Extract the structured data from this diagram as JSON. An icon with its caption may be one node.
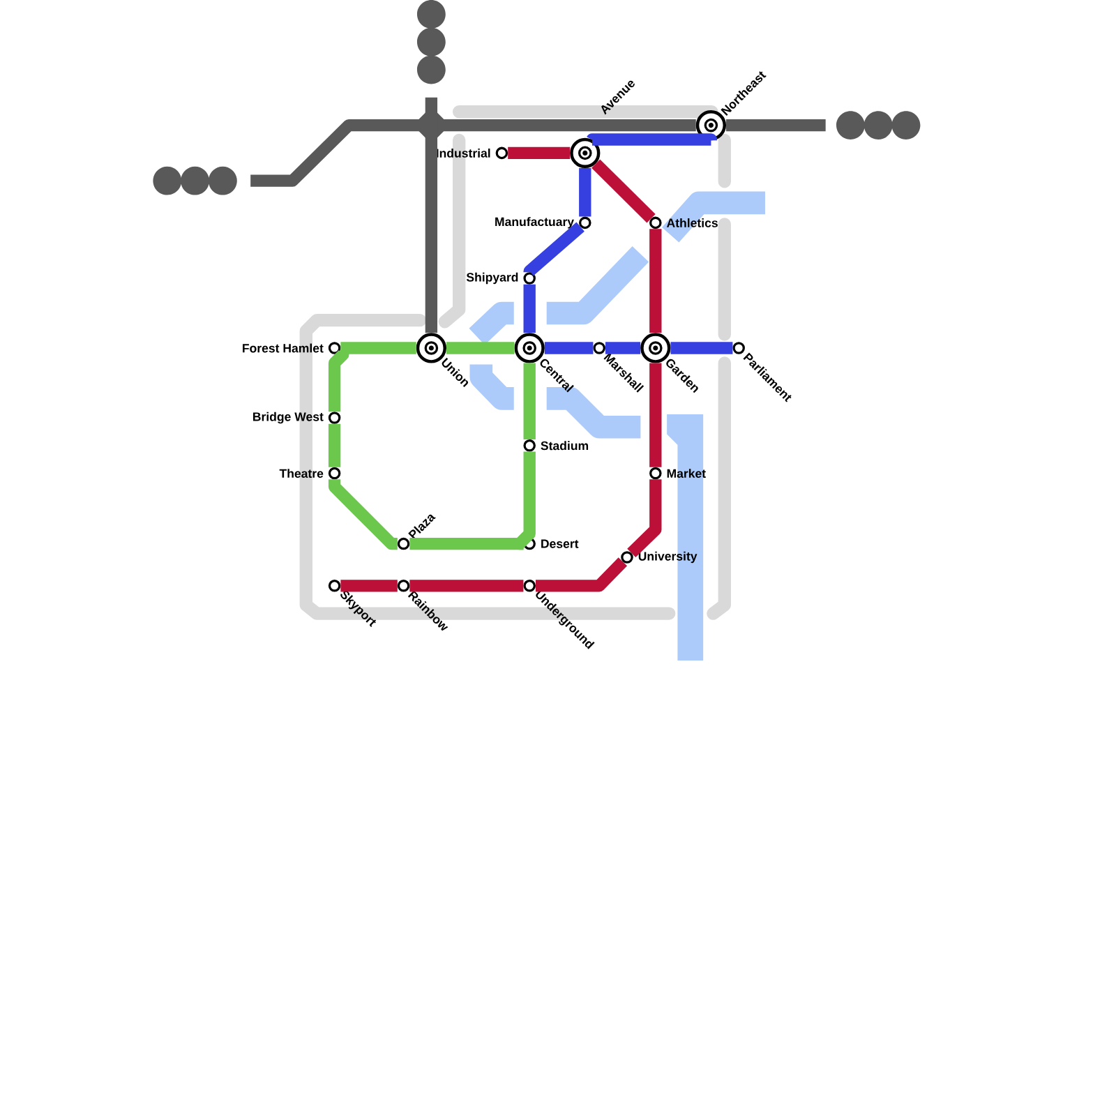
{
  "diagram": {
    "nodes": [
      {
        "text": [
          "Forest Hamlet"
        ]
      },
      {
        "text": [
          "Bridge West"
        ]
      },
      {
        "text": [
          "Theatre"
        ]
      },
      {
        "text": [
          "Plaza"
        ]
      },
      {
        "text": [
          "Union"
        ]
      },
      {
        "text": [
          "Central"
        ]
      },
      {
        "text": [
          "Stadium"
        ]
      },
      {
        "text": [
          "Desert"
        ]
      },
      {
        "text": [
          "Skyport"
        ]
      },
      {
        "text": [
          "Rainbow"
        ]
      },
      {
        "text": [
          "Underground"
        ]
      },
      {
        "text": [
          "Industrial"
        ]
      },
      {
        "text": [
          "Avenue"
        ]
      },
      {
        "text": [
          "Manufactuary"
        ]
      },
      {
        "text": [
          "Shipyard"
        ]
      },
      {
        "text": [
          "Marshall"
        ]
      },
      {
        "text": [
          "Garden"
        ]
      },
      {
        "text": [
          "Parliament"
        ]
      },
      {
        "text": [
          "Athletics"
        ]
      },
      {
        "text": [
          "Market"
        ]
      },
      {
        "text": [
          "University"
        ]
      },
      {
        "text": [
          "Northeast"
        ]
      }
    ],
    "edges": [
      {
        "from": 0,
        "to": 4,
        "arrow": "none",
        "color": "#6cc84c"
      },
      {
        "from": 4,
        "to": 5,
        "arrow": "none",
        "color": "#6cc84c"
      },
      {
        "from": 5,
        "to": 6,
        "arrow": "none",
        "color": "#6cc84c"
      },
      {
        "from": 6,
        "to": 7,
        "arrow": "none",
        "color": "#6cc84c"
      },
      {
        "from": 7,
        "to": 3,
        "arrow": "none",
        "color": "#6cc84c"
      },
      {
        "from": 3,
        "to": 2,
        "arrow": "none",
        "color": "#6cc84c"
      },
      {
        "from": 2,
        "to": 1,
        "arrow": "none",
        "color": "#6cc84c"
      },
      {
        "from": 1,
        "to": 0,
        "arrow": "none",
        "color": "#6cc84c"
      },
      {
        "from": 11,
        "to": 12,
        "arrow": "none",
        "color": "#bd1038"
      },
      {
        "from": 12,
        "to": 18,
        "arrow": "none",
        "color": "#bd1038"
      },
      {
        "from": 18,
        "to": 16,
        "arrow": "none",
        "color": "#bd1038"
      },
      {
        "from": 16,
        "to": 19,
        "arrow": "none",
        "color": "#bd1038"
      },
      {
        "from": 19,
        "to": 20,
        "arrow": "none",
        "color": "#bd1038"
      },
      {
        "from": 20,
        "to": 10,
        "arrow": "none",
        "color": "#bd1038"
      },
      {
        "from": 10,
        "to": 9,
        "arrow": "none",
        "color": "#bd1038"
      },
      {
        "from": 9,
        "to": 8,
        "arrow": "none",
        "color": "#bd1038"
      },
      {
        "from": 21,
        "to": 12,
        "arrow": "none",
        "color": "#363fe0"
      },
      {
        "from": 12,
        "to": 13,
        "arrow": "none",
        "color": "#363fe0"
      },
      {
        "from": 13,
        "to": 14,
        "arrow": "none",
        "color": "#363fe0"
      },
      {
        "from": 14,
        "to": 5,
        "arrow": "none",
        "color": "#363fe0"
      },
      {
        "from": 5,
        "to": 15,
        "arrow": "none",
        "color": "#363fe0"
      },
      {
        "from": 15,
        "to": 16,
        "arrow": "none",
        "color": "#363fe0"
      },
      {
        "from": 16,
        "to": 17,
        "arrow": "none",
        "color": "#363fe0"
      },
      {
        "from": null,
        "to": 21,
        "arrow": "none",
        "color": "#595959"
      },
      {
        "from": 21,
        "to": null,
        "arrow": "none",
        "color": "#595959"
      },
      {
        "from": null,
        "to": 4,
        "arrow": "none",
        "color": "#595959"
      }
    ]
  }
}
